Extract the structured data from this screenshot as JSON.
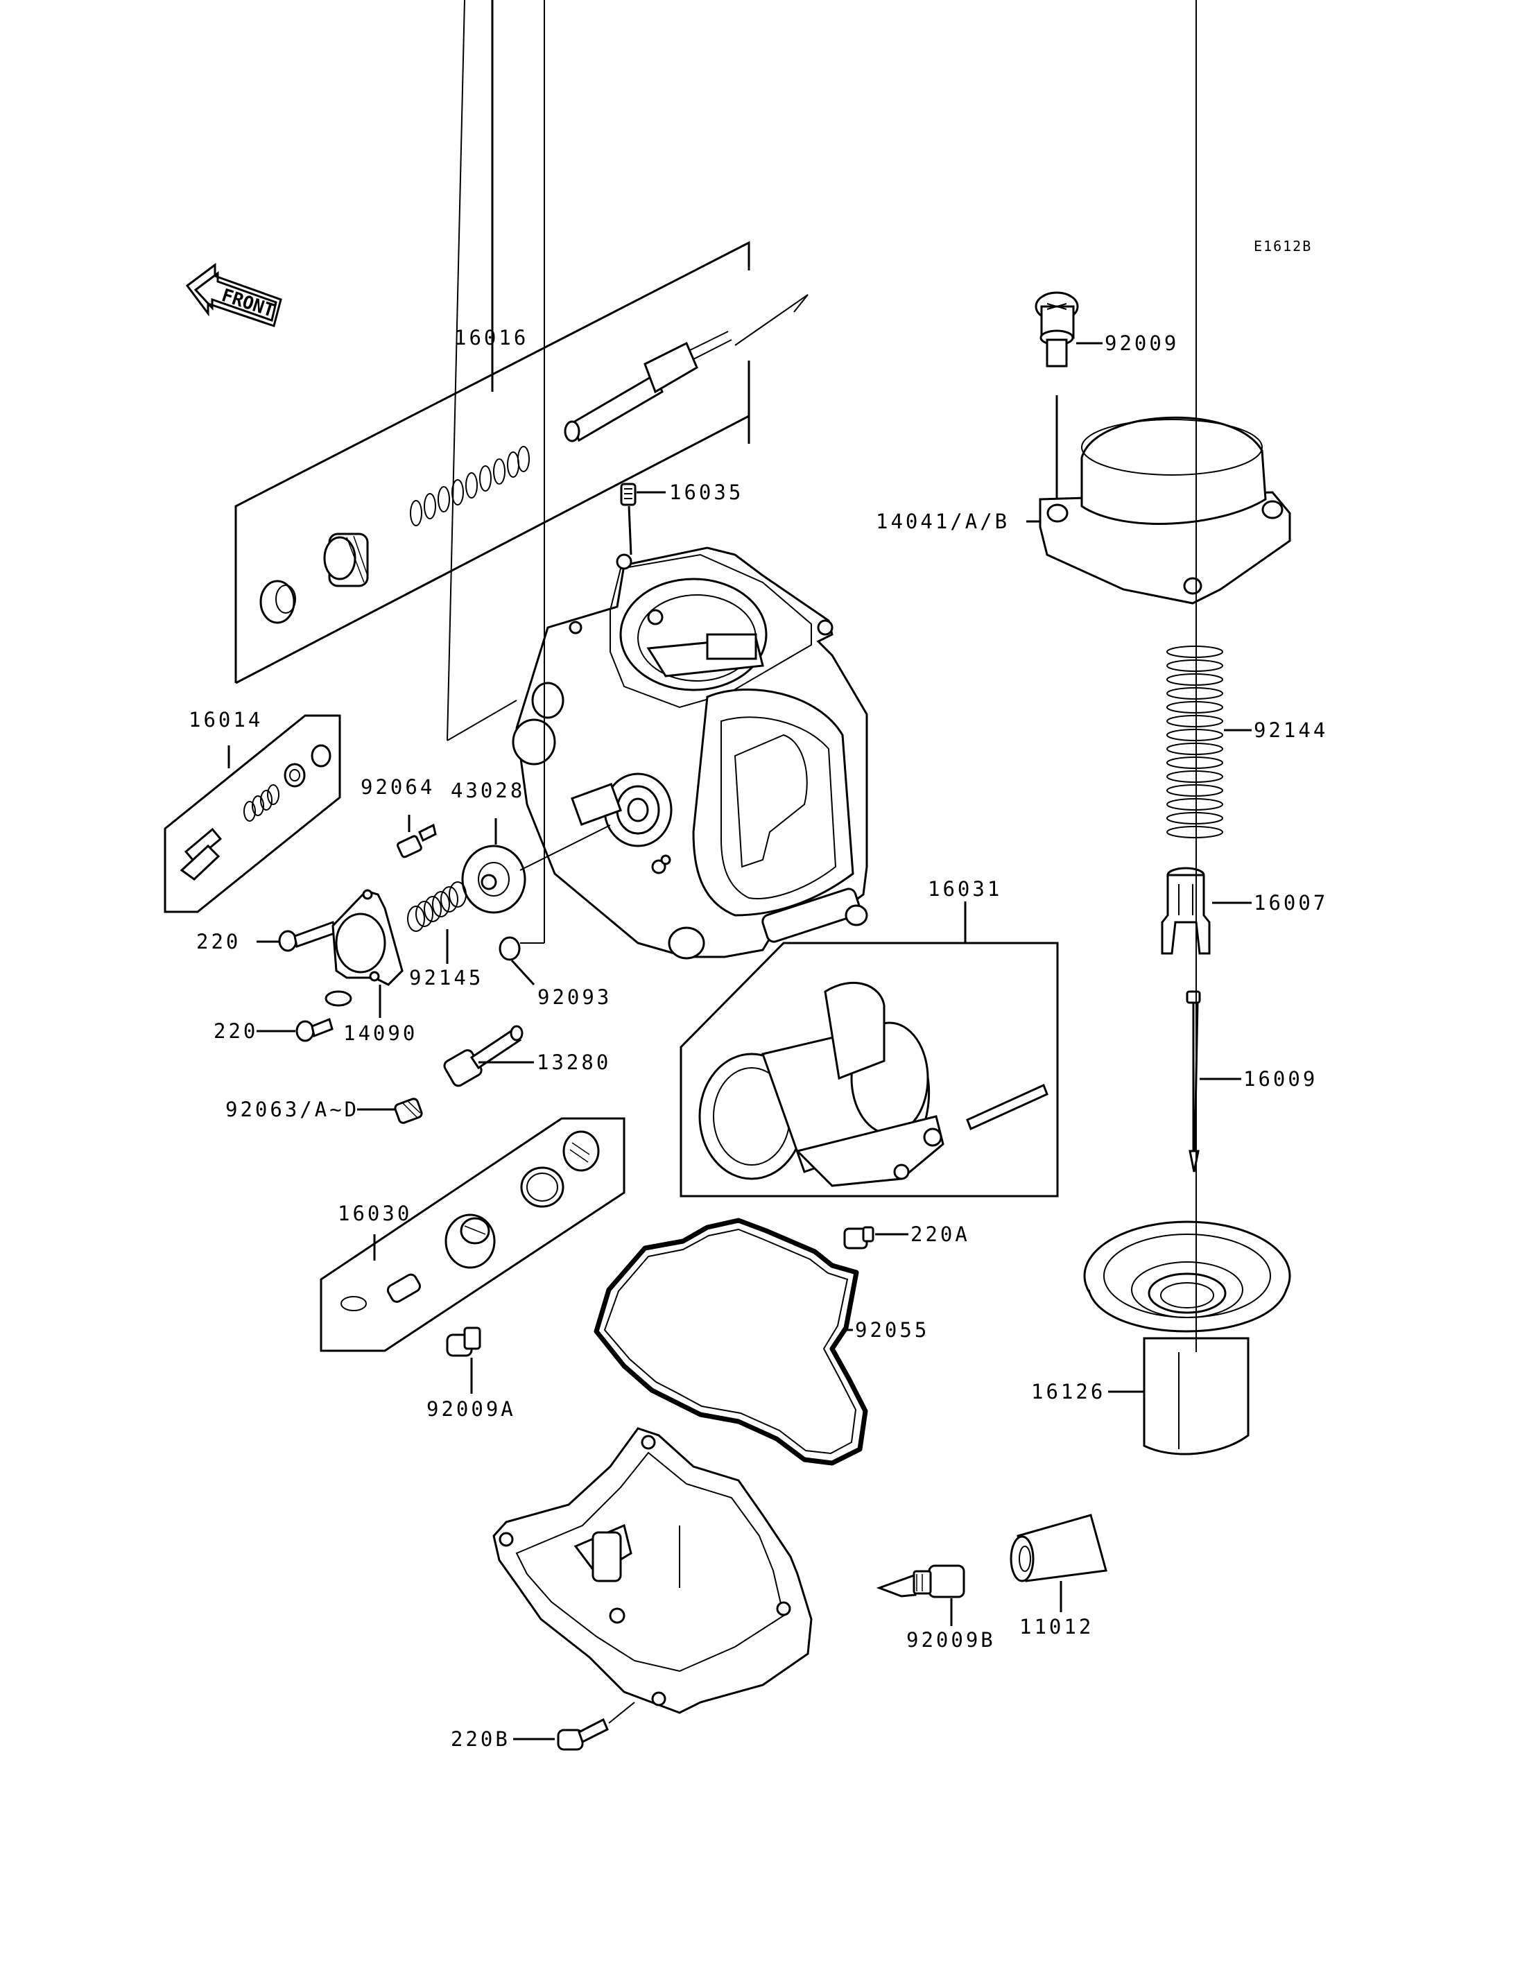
{
  "diagram_code": "E1612B",
  "front_label": "FRONT",
  "parts": {
    "p16016": "16016",
    "p16035": "16035",
    "p92009": "92009",
    "p14041": "14041/A/B",
    "p16014": "16014",
    "p92064": "92064",
    "p43028": "43028",
    "p92144": "92144",
    "p16007": "16007",
    "p16031": "16031",
    "p220_a1": "220",
    "p92145": "92145",
    "p92093": "92093",
    "p220_a2": "220",
    "p14090": "14090",
    "p13280": "13280",
    "p16009": "16009",
    "p92063": "92063/A~D",
    "p16030": "16030",
    "p220A": "220A",
    "p92055": "92055",
    "p16126": "16126",
    "p92009A": "92009A",
    "p92009B": "92009B",
    "p11012": "11012",
    "p220B": "220B"
  }
}
